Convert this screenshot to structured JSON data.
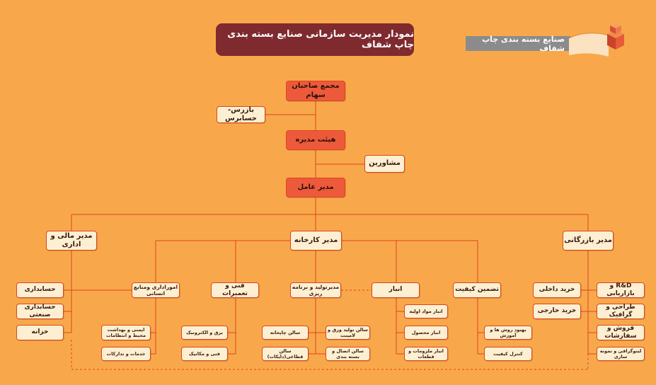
{
  "header": {
    "title": "نمودار مدیریت سازمانی صنایع بسته بندی چاپ شفاف",
    "brand": "صنایع بسته بندی چاپ شفاف"
  },
  "colors": {
    "background": "#f8a84b",
    "title_bg": "#7e2a2f",
    "node_fill": "#fdf0d2",
    "node_top_fill": "#ed5a3b",
    "line": "#e0441d"
  },
  "top": {
    "shareholders": "مجمع صاحبان سهام",
    "auditor": "بازرس-حسابرس",
    "board": "هیئت مدیره",
    "advisors": "مشاورین",
    "ceo": "مدیر عامل"
  },
  "managers": {
    "finance": "مدیر مالی و اداری",
    "factory": "مدیر کارخانه",
    "commerce": "مدیر بازرگانی"
  },
  "finance_units": {
    "accounting": "حسابداری",
    "industrial_accounting": "حسابداری صنعتی",
    "treasury": "خزانه"
  },
  "factory_units": {
    "hr": "اموراداری ومنابع انسانی",
    "maintenance": "فنی و تعمیرات",
    "production": "مدیرتولید و برنامه ریزی",
    "warehouse": "انبار",
    "qa": "تضمین کیفیت"
  },
  "hr_sub": {
    "hse": "ایمنی و بهداشت محیط و انتظامات",
    "services": "خدمات و تدارکات"
  },
  "maintenance_sub": {
    "electrical": "برق و الکترونیک",
    "mechanical": "فنی و مکانیک"
  },
  "production_sub": {
    "print_hall": "سالن چاپخانه",
    "lamination_hall": "سالن تولید ورق و لامینت",
    "packaging_hall": "سالن اتصال و بسته بندی",
    "cutting_hall": "سالن قطاعی(دایکات)"
  },
  "warehouse_sub": {
    "raw": "انبار مواد اولیه",
    "product": "انبار محصول",
    "parts": "انبار ملزومات و قطعات"
  },
  "qa_sub": {
    "improvement": "بهبود روش ها و آموزش",
    "control": "کنترل کیفیت"
  },
  "commerce_units": {
    "domestic": "خرید داخلی",
    "foreign": "خرید خارجی",
    "rd": "R&D و بازاریابی",
    "design": "طراحی و گرافیک",
    "sales": "فروش و سفارشات",
    "litho": "لیتوگرافی و نمونه سازی"
  }
}
